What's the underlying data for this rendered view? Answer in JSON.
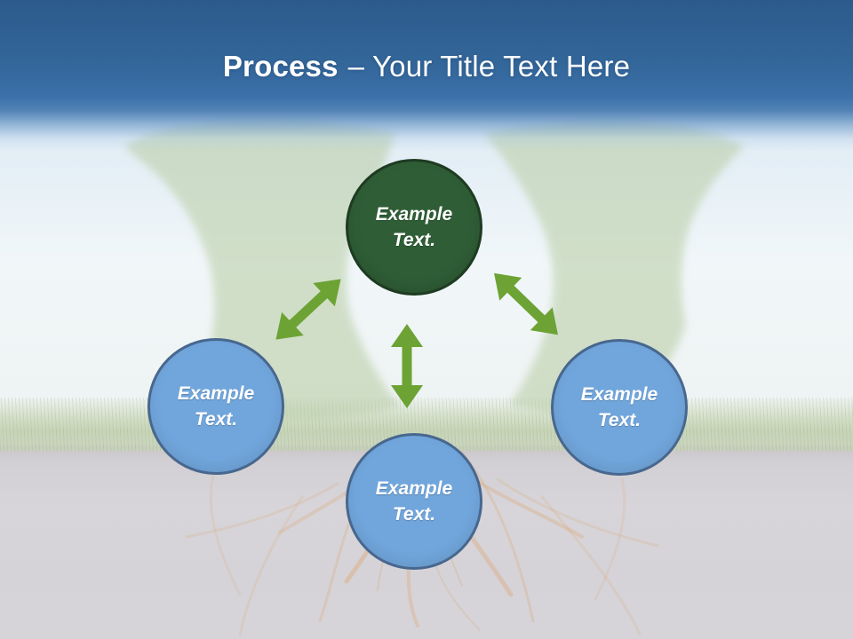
{
  "header": {
    "title_bold": "Process",
    "title_rest": "– Your Title Text Here",
    "text_color": "#ffffff",
    "background_top": "#2c5a8d",
    "background_bottom": "#3b70a9"
  },
  "diagram": {
    "nodes": [
      {
        "id": "top",
        "shape": "circle",
        "variant": "green",
        "fill": "#2f5e36",
        "border": "#1e3b22",
        "lines": [
          "Example",
          "Text."
        ]
      },
      {
        "id": "left",
        "shape": "circle",
        "variant": "blue",
        "fill": "#71a6dc",
        "border": "#48678e",
        "lines": [
          "Example",
          "Text."
        ]
      },
      {
        "id": "bottom",
        "shape": "circle",
        "variant": "blue",
        "fill": "#71a6dc",
        "border": "#48678e",
        "lines": [
          "Example",
          "Text."
        ]
      },
      {
        "id": "right",
        "shape": "circle",
        "variant": "blue",
        "fill": "#71a6dc",
        "border": "#48678e",
        "lines": [
          "Example",
          "Text."
        ]
      }
    ],
    "connectors": [
      {
        "id": "top-to-left",
        "type": "double-headed-arrow",
        "color": "#6ca334"
      },
      {
        "id": "top-to-bottom",
        "type": "double-headed-arrow",
        "color": "#6ca334"
      },
      {
        "id": "top-to-right",
        "type": "double-headed-arrow",
        "color": "#6ca334"
      }
    ],
    "label_text_color": "#ffffff"
  },
  "background": {
    "scene": "faded photo: two leafy trees above ground with roots below",
    "sky_color": "#e2edf5",
    "grass_color": "#c5d3b4",
    "earth_color": "#d5d3d8",
    "root_color": "#dca87a"
  }
}
